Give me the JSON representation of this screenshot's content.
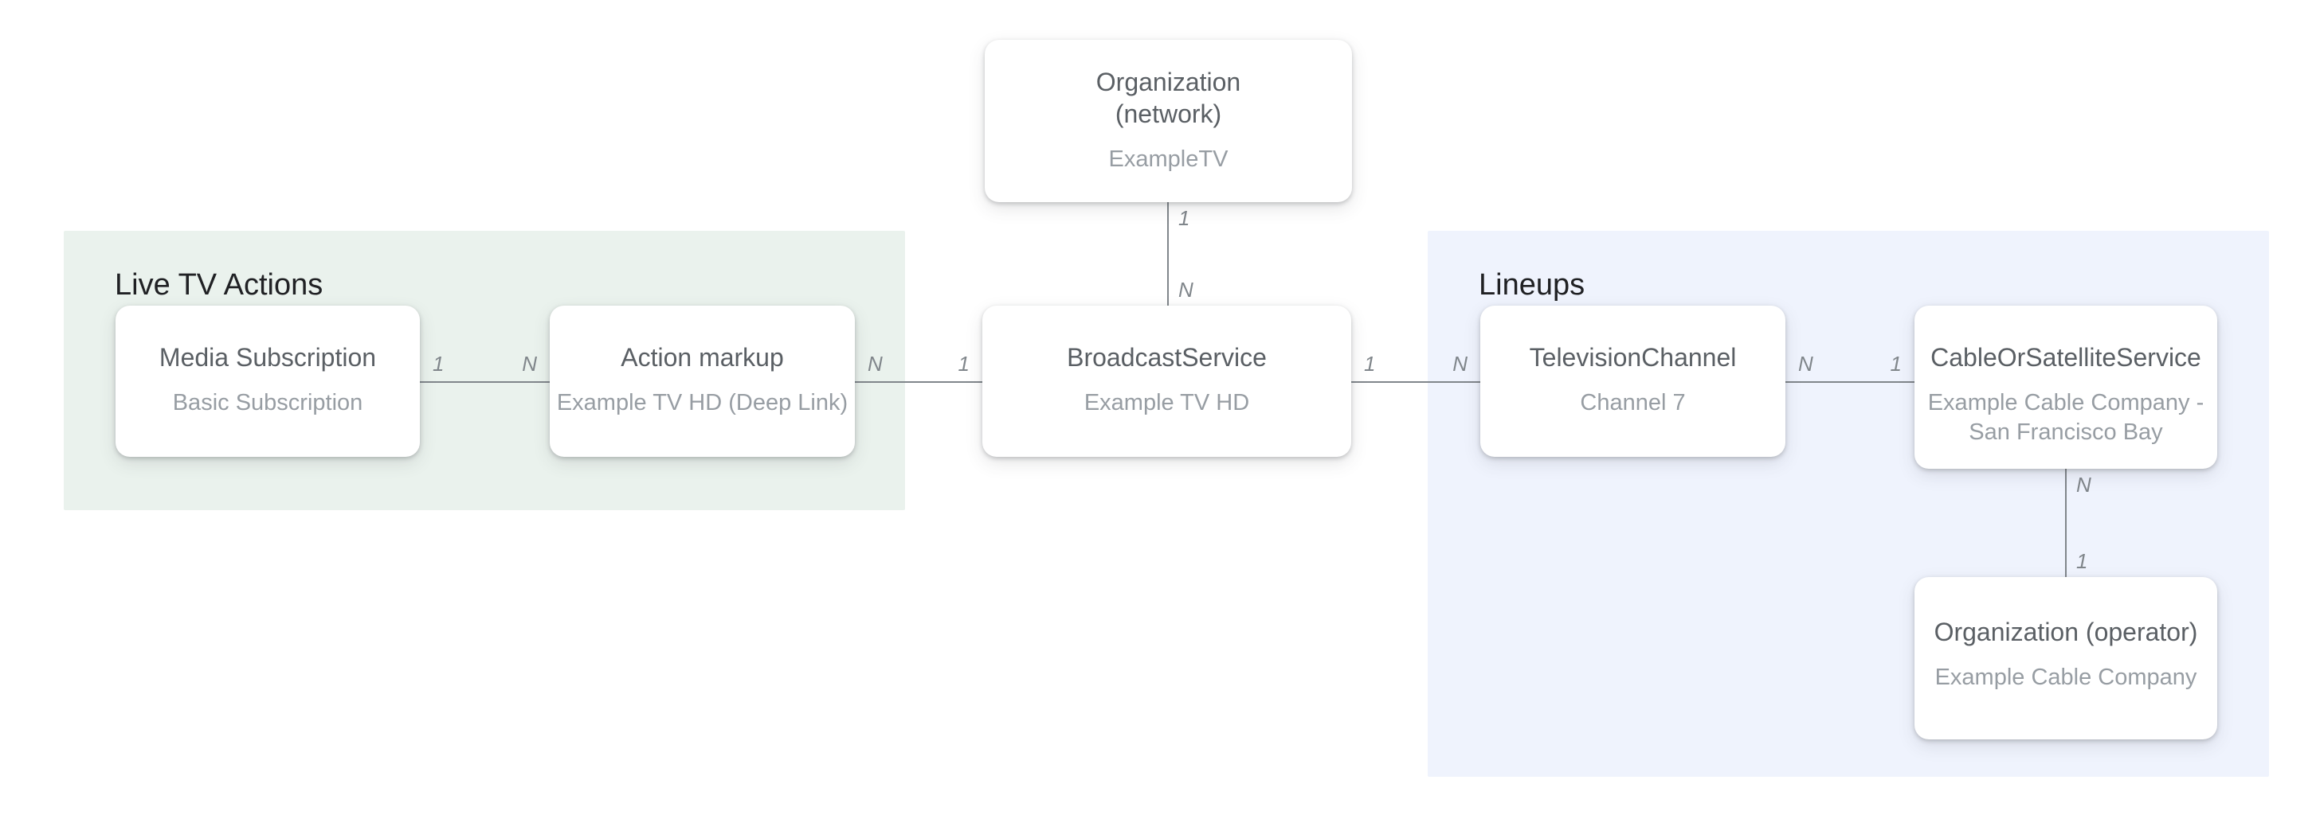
{
  "diagram": {
    "regions": {
      "live_tv_actions": {
        "title": "Live TV Actions",
        "bg_color": "#eaf2ed"
      },
      "lineups": {
        "title": "Lineups",
        "bg_color": "#eff3fd"
      }
    },
    "nodes": {
      "organization_network": {
        "title_lines": [
          "Organization",
          "(network)"
        ],
        "subtitle": "ExampleTV"
      },
      "media_subscription": {
        "title": "Media Subscription",
        "subtitle": "Basic Subscription"
      },
      "action_markup": {
        "title": "Action markup",
        "subtitle": "Example TV HD (Deep Link)"
      },
      "broadcast_service": {
        "title": "BroadcastService",
        "subtitle": "Example TV HD"
      },
      "television_channel": {
        "title": "TelevisionChannel",
        "subtitle": "Channel 7"
      },
      "cable_or_satellite_service": {
        "title": "CableOrSatelliteService",
        "subtitle_lines": [
          "Example Cable Company -",
          "San Francisco Bay"
        ]
      },
      "organization_operator": {
        "title": "Organization (operator)",
        "subtitle": "Example Cable Company"
      }
    },
    "edges": {
      "organization_network_to_broadcast_service": {
        "top_label": "1",
        "bottom_label": "N"
      },
      "media_subscription_to_action_markup": {
        "left_label": "1",
        "right_label": "N"
      },
      "action_markup_to_broadcast_service": {
        "left_label": "N",
        "right_label": "1"
      },
      "broadcast_service_to_television_channel": {
        "left_label": "1",
        "right_label": "N"
      },
      "television_channel_to_cable_or_satellite_service": {
        "left_label": "N",
        "right_label": "1"
      },
      "cable_or_satellite_service_to_organization_operator": {
        "top_label": "N",
        "bottom_label": "1"
      }
    },
    "colors": {
      "canvas_bg": "#ffffff",
      "card_bg": "#ffffff",
      "live_tv_actions_bg": "#eaf2ed",
      "lineups_bg": "#eff3fd",
      "card_title": "#5a5f64",
      "card_subtitle": "#979da3",
      "region_title": "#202124",
      "edge_line": "#80868b",
      "edge_label": "#80868b"
    }
  }
}
